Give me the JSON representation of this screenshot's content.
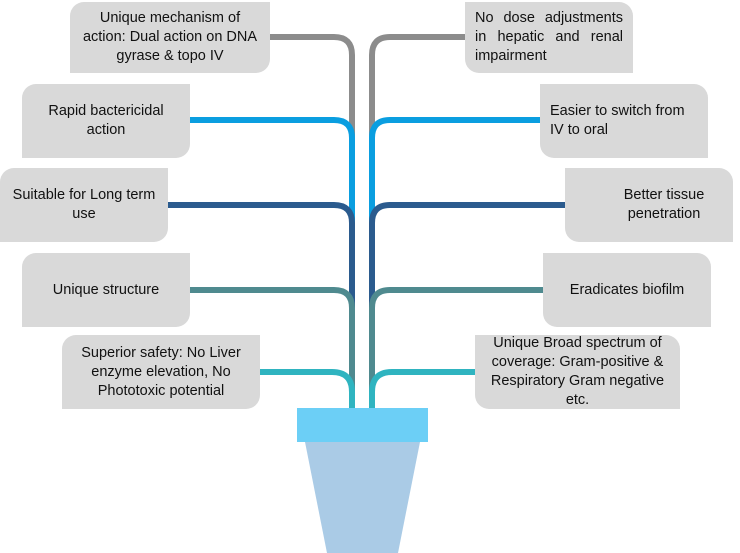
{
  "benefits_left": [
    {
      "text": "Unique mechanism of action: Dual action on DNA gyrase & topo IV",
      "line_color": "#8c8c8c"
    },
    {
      "text": "Rapid bactericidal action",
      "line_color": "#0a9ee0"
    },
    {
      "text": "Suitable for Long term use",
      "line_color": "#2b5b8e"
    },
    {
      "text": "Unique structure",
      "line_color": "#4f8a8f"
    },
    {
      "text": "Superior safety: No Liver enzyme elevation, No Phototoxic potential",
      "line_color": "#2fb4c0"
    }
  ],
  "benefits_right": [
    {
      "text": "No dose adjustments in hepatic and renal impairment",
      "line_color": "#8c8c8c"
    },
    {
      "text": "Easier to switch from IV to oral",
      "line_color": "#0a9ee0"
    },
    {
      "text": "Better tissue penetration",
      "line_color": "#2b5b8e"
    },
    {
      "text": "Eradicates biofilm",
      "line_color": "#4f8a8f"
    },
    {
      "text": "Unique Broad spectrum of coverage: Gram-positive & Respiratory Gram negative etc.",
      "line_color": "#2fb4c0"
    }
  ],
  "pot": {
    "rim_color": "#6ccff6",
    "body_color": "#aacbe6"
  },
  "box_color": "#d9d9d9"
}
